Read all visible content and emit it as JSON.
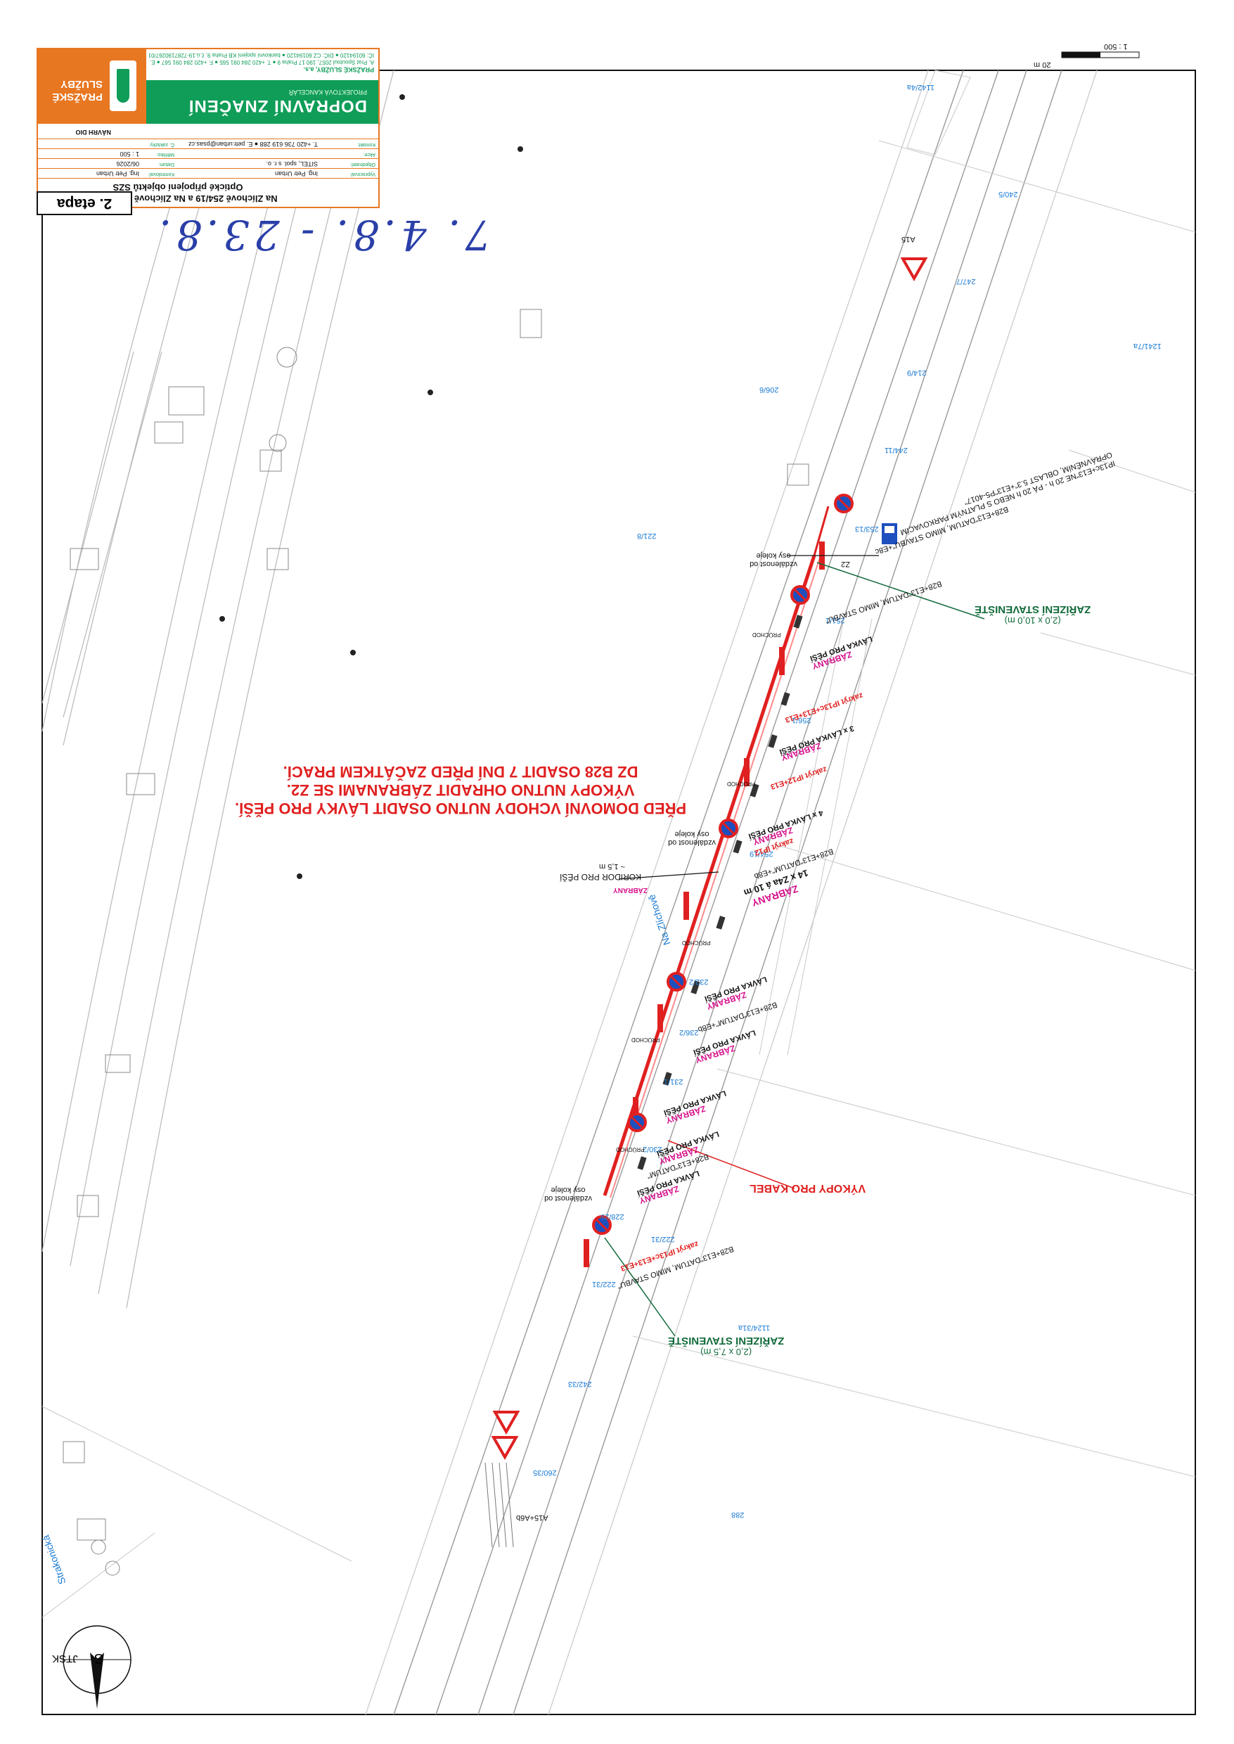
{
  "stage_label": "2. etapa",
  "handwritten_note": "7. 4.8. - 23.8.",
  "title_block": {
    "company_green": "DOPRAVNÍ ZNAČENÍ",
    "company_green_sub": "PROJEKTOVÁ KANCELÁŘ",
    "brand": "PRAŽSKÉ SLUŽBY",
    "firm_name": "PRAŽSKÉ SLUŽBY, a.s.",
    "firm_address": "A. Prat Spoutoul 2057, 190 17 Praha 9 ● T. +420 284 091 565 ● F. +420 284 091 567 ● E. ds@psas.cz ● W. www.psas.cz",
    "firm_ids": "IČ: 60194120 ● DIČ: CZ 60194120 ● bankovní spojení KB Praha 9, č.ú.19-7287190267/0100",
    "project_title": "Na Zlíchově 254/19 a Na Zlíchově 206, Praha 5",
    "project_subtitle": "Optické připojení objektů SZŠ",
    "rows": [
      {
        "k": "Vypracoval:",
        "v": "Ing. Petr Urban",
        "k2": "Kontroloval:",
        "v2": "Ing. Petr Urban"
      },
      {
        "k": "Objednatel:",
        "v": "SITEL, spol. s r. o.",
        "k2": "Datum:",
        "v2": "06/2026"
      },
      {
        "k": "Akce:",
        "v": "",
        "k2": "Měřítko:",
        "v2": "1 : 500"
      },
      {
        "k": "Kontakt:",
        "v": "T. +420 736 619 288 ● E. petr.urban@psas.cz",
        "k2": "Č. zakázky:",
        "v2": ""
      }
    ],
    "drawing_type": "NÁVRH DIO"
  },
  "scale_bar": {
    "label_scale": "1 : 500",
    "label_length": "20 m"
  },
  "north_arrow": {
    "label": "S",
    "system": "JTSK"
  },
  "street_names": [
    "Na Zlíchově",
    "Strakonická"
  ],
  "parcel_numbers": [
    "1142/4a",
    "240/5",
    "247/7",
    "214/9",
    "206/6",
    "1241/7a",
    "244/11",
    "253/13",
    "221/8",
    "251/1",
    "256/1",
    "254/19",
    "232/2",
    "236/2",
    "231/1",
    "230/2",
    "228/29",
    "222/31",
    "222/31",
    "1124/31a",
    "242/33",
    "260/35",
    "288"
  ],
  "map_labels": {
    "sign_a15_top": "A15",
    "sign_a15_bottom": "A15+A6b",
    "parking_note": "IP13c+E13\"NE 20 h - PÁ 20 h NEBO S PLATNÝM PARKOVACÍM OPRÁVNĚNÍM, OBLAST 5.3\"+E13\"P5-4017\"",
    "b28_note_top": "B28+E13\"DATUM, MIMO STAVBU\"+E8c",
    "z2": "Z2",
    "distance_note": "vzdálenost od osy koleje",
    "b28_datum_stavbu": "B28+E13\"DATUM, MIMO STAVBU\"",
    "lavka": "LÁVKA PRO PĚŠÍ",
    "zabrany": "ZÁBRANY",
    "zakryt_ip13c": "zakrýt IP13c+E13+E13",
    "lavka_3x": "3 x LÁVKA PRO PĚŠÍ",
    "zakryt_ip12": "zakrýt IP12+E13",
    "lavka_4x": "4 x LÁVKA PRO PĚŠÍ",
    "zakryt_ip12b": "zakrýt IP12",
    "b28_e8b": "B28+E13\"DATUM\"+E8b",
    "z4a": "14 x Z4a á 10 m",
    "korridor": "KORIDOR PRO PĚŠÍ",
    "korridor_width": "~ 1,5 m",
    "b28_datum": "B28+E13\"DATUM\"",
    "pruchod": "PRŮCHOD"
  },
  "red_notes": [
    "DZ B28 OSADIT 7 DNÍ PŘED ZAČÁTKEM PRACÍ.",
    "VÝKOPY NUTNO OHRADIT ZÁBRANAMI SE Z2.",
    "PŘED DOMOVNÍ VCHODY NUTNO OSADIT LÁVKY PRO PĚŠÍ."
  ],
  "vykopy_label": "VÝKOPY PRO KABEL",
  "site_top": {
    "title": "ZAŘÍZENÍ STAVENIŠTĚ",
    "size": "(2,0 x 10,0 m)"
  },
  "site_bottom": {
    "title": "ZAŘÍZENÍ STAVENIŠTĚ",
    "size": "(2,0 x 7,5 m)"
  },
  "colors": {
    "route": "#e02020",
    "green": "#116a3a",
    "parcel_blue": "#1a7bd4",
    "barrier_mag": "#d6108c",
    "orange": "#e87722",
    "brand_green": "#0f9d58"
  }
}
